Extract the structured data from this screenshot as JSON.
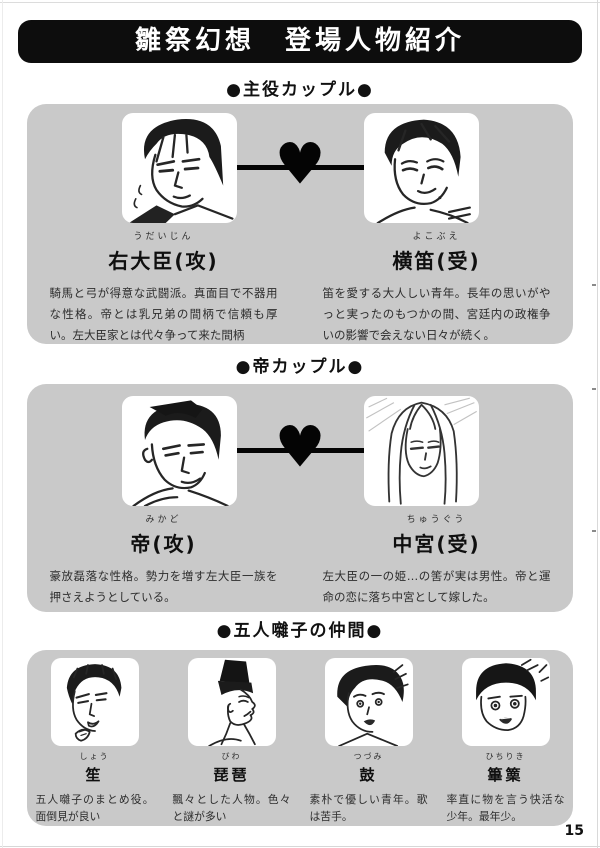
{
  "page": {
    "title": "雛祭幻想　登場人物紹介",
    "page_number": "15"
  },
  "icons": {
    "heart": "♥"
  },
  "colors": {
    "panel_bg": "#c9c9c9",
    "title_bar_bg": "#0d0d0d",
    "title_text": "#ffffff",
    "body_text": "#2d2d2d"
  },
  "sections": [
    {
      "heading": "●主役カップル●",
      "characters": [
        {
          "furigana": "うだいじん",
          "name": "右大臣(攻)",
          "description": "騎馬と弓が得意な武闘派。真面目で不器用な性格。帝とは乳兄弟の間柄で信頼も厚い。左大臣家とは代々争って来た間柄"
        },
        {
          "furigana": "よこぶえ",
          "name": "横笛(受)",
          "description": "笛を愛する大人しい青年。長年の思いがやっと実ったのもつかの間、宮廷内の政権争いの影響で会えない日々が続く。"
        }
      ]
    },
    {
      "heading": "●帝カップル●",
      "characters": [
        {
          "furigana": "みかど",
          "name": "帝(攻)",
          "description": "豪放磊落な性格。勢力を増す左大臣一族を押さえようとしている。"
        },
        {
          "furigana": "ちゅうぐう",
          "name": "中宮(受)",
          "description": "左大臣の一の姫…の筈が実は男性。帝と運命の恋に落ち中宮として嫁した。"
        }
      ]
    },
    {
      "heading": "●五人囃子の仲間●",
      "characters": [
        {
          "furigana": "しょう",
          "name": "笙",
          "description": "五人囃子のまとめ役。面倒見が良い"
        },
        {
          "furigana": "びわ",
          "name": "琵琶",
          "description": "飄々とした人物。色々と謎が多い"
        },
        {
          "furigana": "つづみ",
          "name": "鼓",
          "description": "素朴で優しい青年。歌は苦手。"
        },
        {
          "furigana": "ひちりき",
          "name": "篳篥",
          "description": "率直に物を言う快活な少年。最年少。"
        }
      ]
    }
  ]
}
